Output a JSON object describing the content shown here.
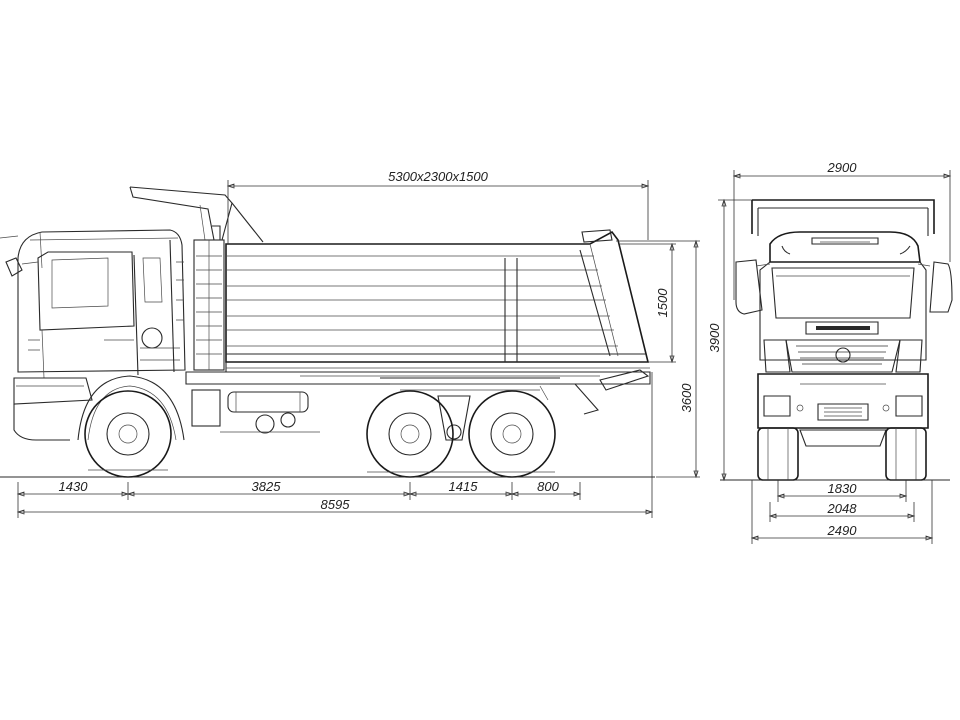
{
  "dimensions": {
    "body_size": "5300x2300x1500",
    "width_total": "2900",
    "side_height": "1500",
    "height_total": "3900",
    "height_cab": "3600",
    "front_overhang": "1430",
    "wheelbase_front": "3825",
    "wheelbase_rear": "1415",
    "rear_overhang": "800",
    "length_total": "8595",
    "track_front": "1830",
    "track_rear": "2048",
    "width_body": "2490"
  },
  "colors": {
    "line": "#2a2a2a",
    "background": "#ffffff"
  }
}
